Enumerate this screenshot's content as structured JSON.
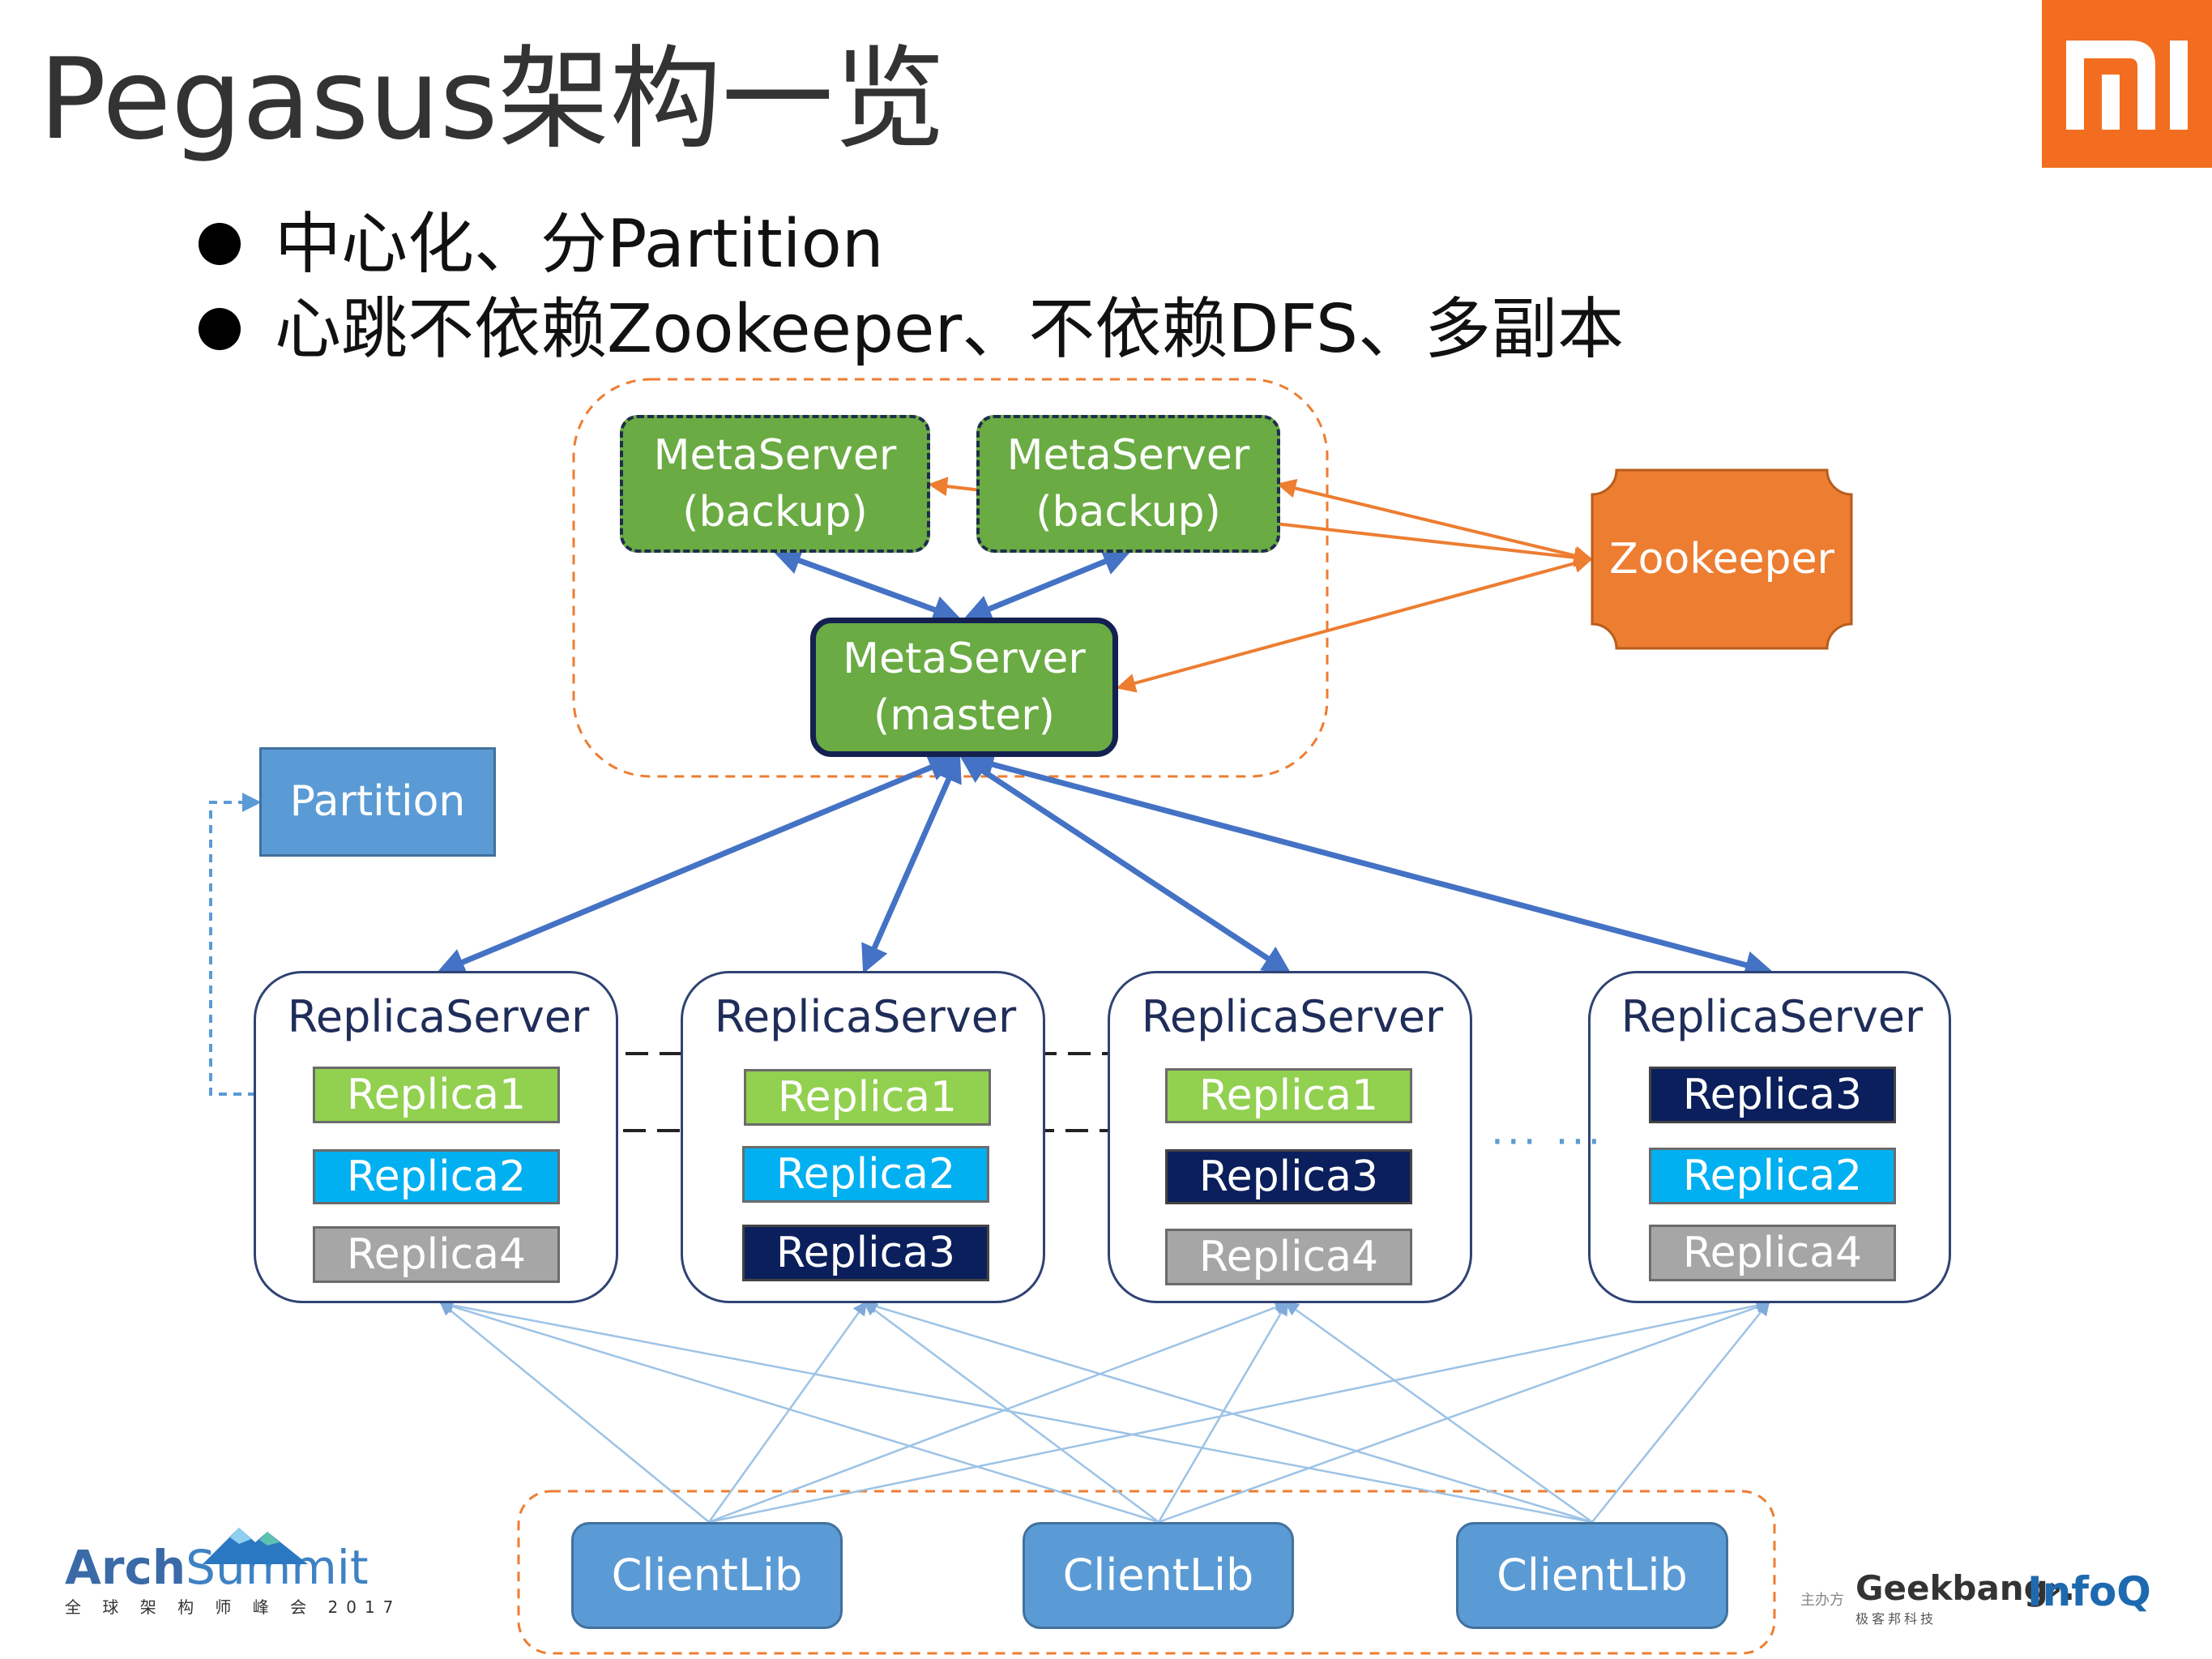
{
  "title": "Pegasus架构一览",
  "bullets": [
    "中心化、分Partition",
    "心跳不依赖Zookeeper、不依赖DFS、多副本"
  ],
  "meta_servers": {
    "backup1": [
      "MetaServer",
      "(backup)"
    ],
    "backup2": [
      "MetaServer",
      "(backup)"
    ],
    "master": [
      "MetaServer",
      "(master)"
    ]
  },
  "zookeeper_label": "Zookeeper",
  "partition_label": "Partition",
  "replica_servers": [
    {
      "title": "ReplicaServer",
      "replicas": [
        {
          "label": "Replica1",
          "color": "green"
        },
        {
          "label": "Replica2",
          "color": "cyan"
        },
        {
          "label": "Replica4",
          "color": "gray"
        }
      ]
    },
    {
      "title": "ReplicaServer",
      "replicas": [
        {
          "label": "Replica1",
          "color": "green"
        },
        {
          "label": "Replica2",
          "color": "cyan"
        },
        {
          "label": "Replica3",
          "color": "navy"
        }
      ]
    },
    {
      "title": "ReplicaServer",
      "replicas": [
        {
          "label": "Replica1",
          "color": "green"
        },
        {
          "label": "Replica3",
          "color": "navy"
        },
        {
          "label": "Replica4",
          "color": "gray"
        }
      ]
    },
    {
      "title": "ReplicaServer",
      "replicas": [
        {
          "label": "Replica3",
          "color": "navy"
        },
        {
          "label": "Replica2",
          "color": "cyan"
        },
        {
          "label": "Replica4",
          "color": "gray"
        }
      ]
    }
  ],
  "ellipsis": "··· ···",
  "clients": [
    "ClientLib",
    "ClientLib",
    "ClientLib"
  ],
  "footer": {
    "arch_word_bold": "Arch",
    "arch_word_light": "Summit",
    "arch_sub": "全 球 架 构 师 峰 会 2017",
    "sponsor_label": "主办方",
    "geekbang": "Geekbang›.",
    "geekbang_sub": "极客邦科技",
    "infoq": "InfoQ"
  },
  "colors": {
    "green": "#6aab43",
    "master_border": "#142150",
    "zookeeper": "#ed7d31",
    "blue_arrow": "#4472c4",
    "thin_arrow": "#9dc3e6",
    "dashed_orange": "#ed7d31",
    "mi_orange": "#f26d1f"
  },
  "icons": [
    "mi-logo-icon",
    "archsummit-mountain-icon"
  ]
}
